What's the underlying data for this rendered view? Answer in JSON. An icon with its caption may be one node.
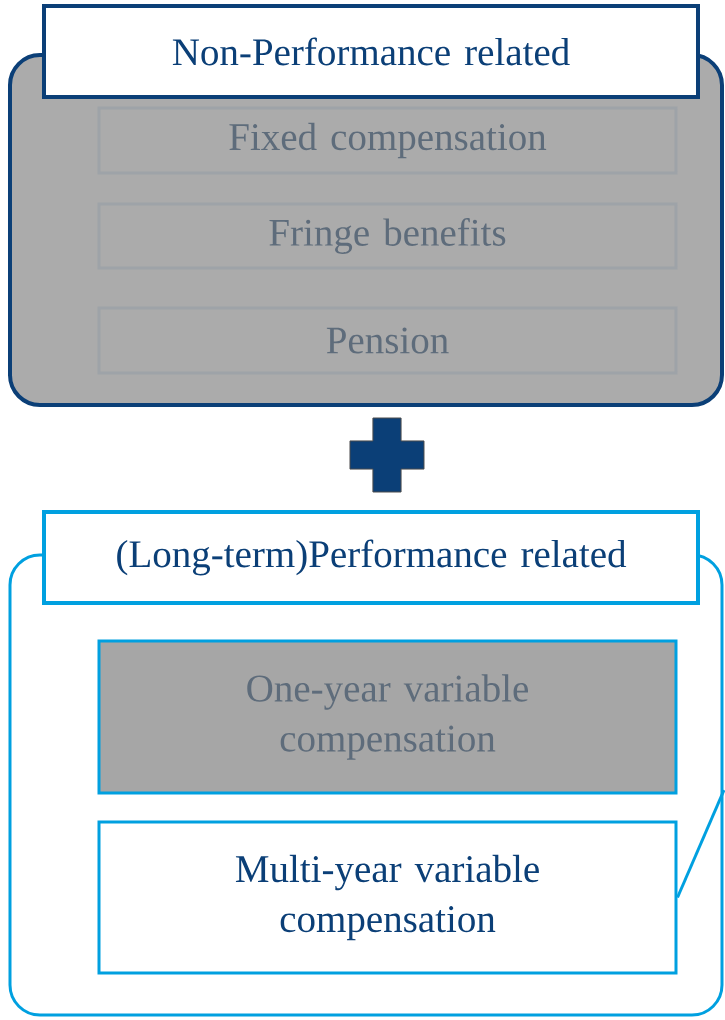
{
  "diagram": {
    "nodes": [
      {
        "text": [],
        "shape": "box"
      },
      {
        "text": [
          "Non-Performance related"
        ]
      },
      {
        "text": [
          "Fixed compensation"
        ],
        "in": 0
      },
      {
        "text": [
          "Fringe benefits"
        ],
        "in": 0
      },
      {
        "text": [
          "Pension"
        ],
        "in": 0
      },
      {
        "text": [],
        "shape": "cross"
      },
      {
        "text": [],
        "shape": "box"
      },
      {
        "text": [
          "(Long-term)Performance related"
        ]
      },
      {
        "text": [
          "One-year variable compensation"
        ],
        "in": 6
      },
      {
        "text": [
          "Multi-year variable compensation"
        ],
        "in": 6
      }
    ],
    "edges": [
      {
        "from": null,
        "to": 9,
        "arrow": "none",
        "color": "#00a0e0"
      }
    ]
  }
}
